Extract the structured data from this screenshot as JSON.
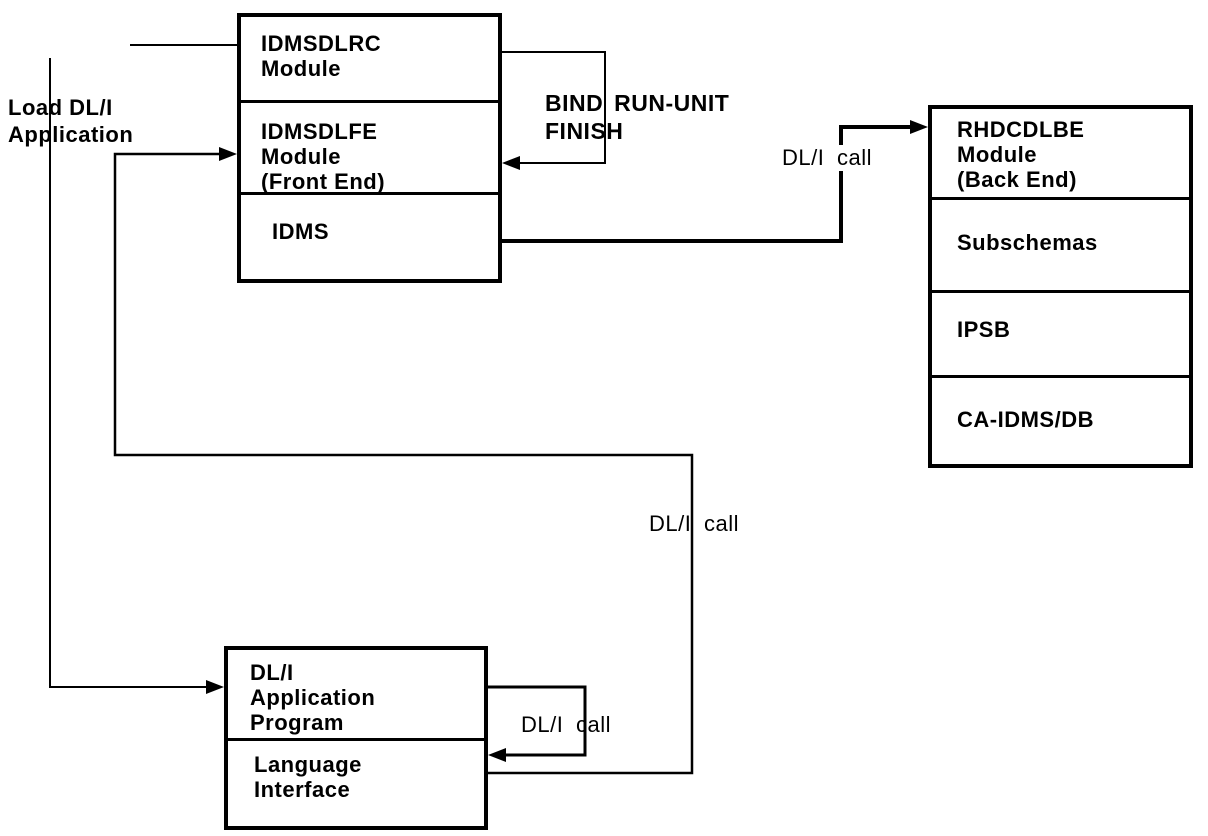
{
  "colors": {
    "ink": "#000000",
    "paper": "#ffffff"
  },
  "boxes": {
    "front_stack": {
      "sections": [
        {
          "label": "IDMSDLRC\nModule"
        },
        {
          "label": "IDMSDLFE\nModule\n(Front End)"
        },
        {
          "label": "IDMS"
        }
      ]
    },
    "back_stack": {
      "sections": [
        {
          "label": "RHDCDLBE\nModule\n(Back End)"
        },
        {
          "label": "Subschemas"
        },
        {
          "label": "IPSB"
        },
        {
          "label": "CA-IDMS/DB"
        }
      ]
    },
    "app_stack": {
      "sections": [
        {
          "label": "DL/I\nApplication\nProgram"
        },
        {
          "label": "Language\nInterface"
        }
      ]
    }
  },
  "labels": {
    "load_application": "Load DL/I\nApplication",
    "bind_run_unit": "BIND RUN-UNIT\nFINISH",
    "dli_call_to_back_end": "DL/I call",
    "dli_call_to_front_end": "DL/I call",
    "dli_call_to_language_interface": "DL/I call"
  }
}
